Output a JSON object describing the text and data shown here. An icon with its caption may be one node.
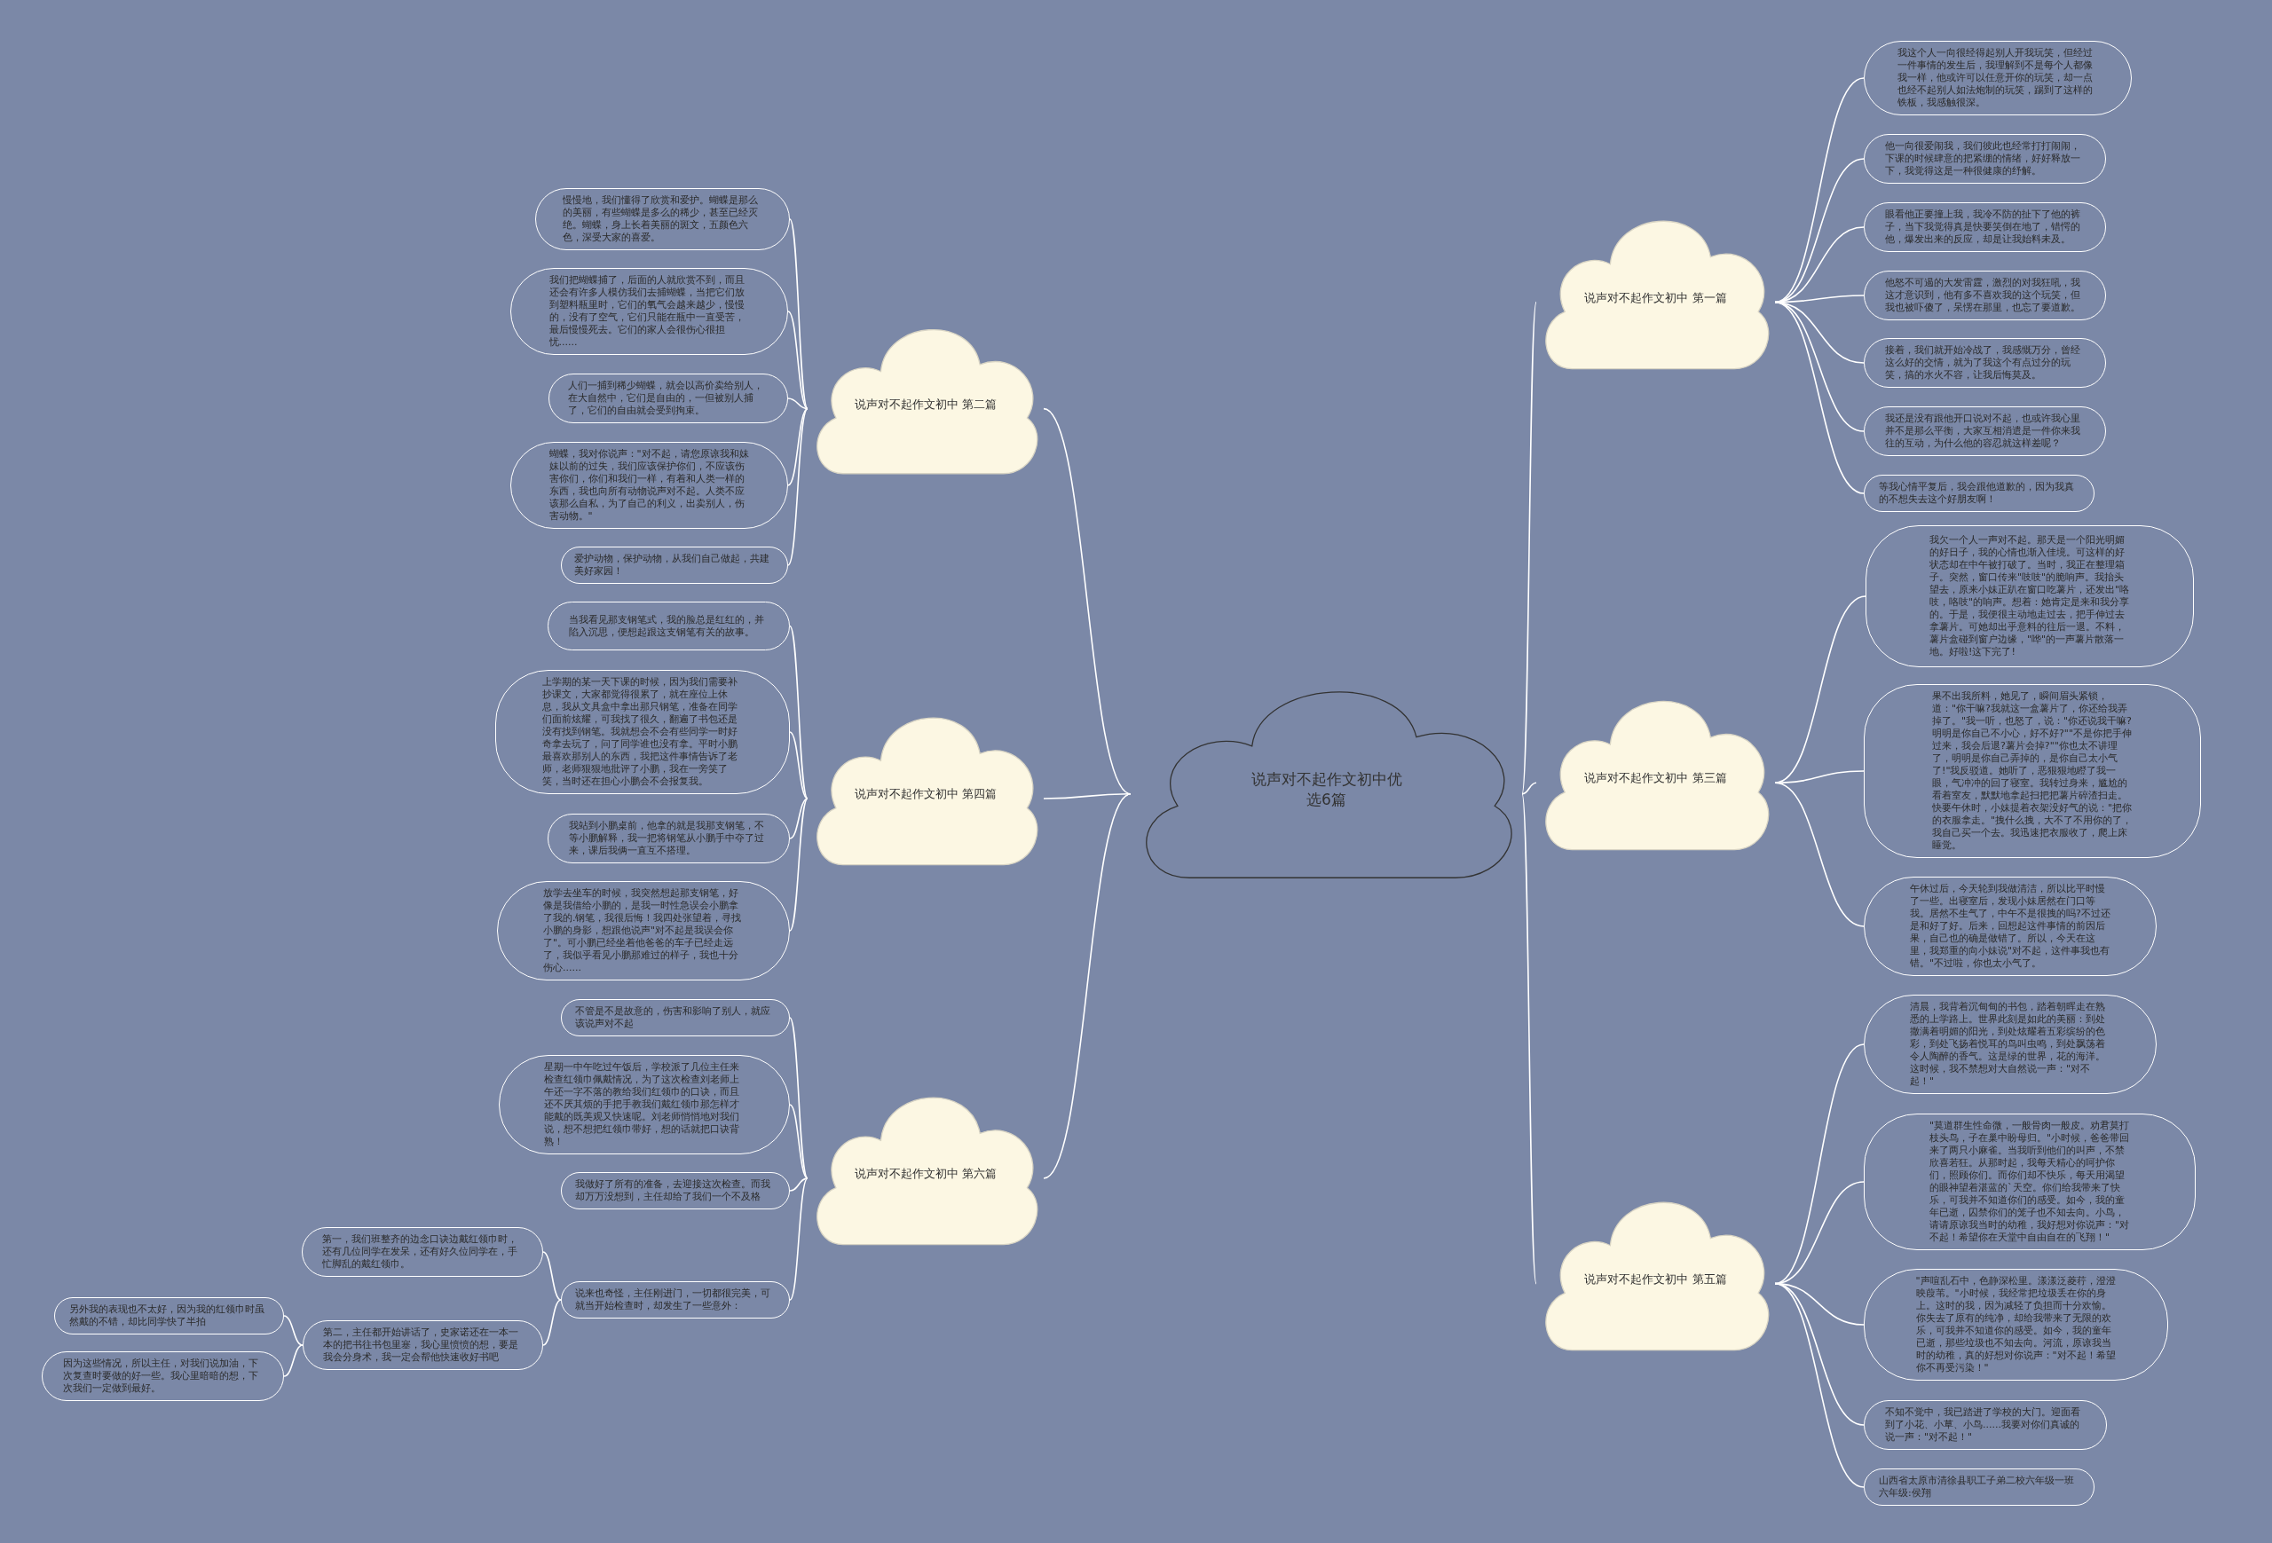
{
  "diagram": {
    "nodes": [
      {
        "text": [
          "说声对不起作文初中优选6篇"
        ]
      },
      {
        "text": [
          "说声对不起作文初中 第一篇"
        ]
      },
      {
        "text": [
          "我这个人一向很经得起别人开我玩笑，但经过一件事情的发生后，我理解到不是每个人都像我一样，他或许可以任意开你的玩笑，却一点也经不起别人如法炮制的玩笑，踢到了这样的铁板，我感触很深。"
        ]
      },
      {
        "text": [
          "他一向很爱闹我，我们彼此也经常打打闹闹，下课的时候肆意的把紧绷的情绪，好好释放一下，我觉得这是一种很健康的纾解。"
        ]
      },
      {
        "text": [
          "眼看他正要撞上我，我冷不防的扯下了他的裤子，当下我觉得真是快要笑倒在地了，错愕的他，爆发出来的反应，却是让我始料未及。"
        ]
      },
      {
        "text": [
          "他怒不可遏的大发雷霆，激烈的对我狂吼，我这才意识到，他有多不喜欢我的这个玩笑，但我也被吓傻了，呆愣在那里，也忘了要道歉。"
        ]
      },
      {
        "text": [
          "接着，我们就开始冷战了，我感慨万分，曾经这么好的交情，就为了我这个有点过分的玩笑，搞的水火不容，让我后悔莫及。"
        ]
      },
      {
        "text": [
          "我还是没有跟他开口说对不起，也或许我心里并不是那么平衡，大家互相消遣是一件你来我往的互动，为什么他的容忍就这样差呢？"
        ]
      },
      {
        "text": [
          "等我心情平复后，我会跟他道歉的，因为我真的不想失去这个好朋友啊！"
        ]
      },
      {
        "text": [
          "说声对不起作文初中 第二篇"
        ]
      },
      {
        "text": [
          "慢慢地，我们懂得了欣赏和爱护。蝴蝶是那么的美丽，有些蝴蝶是多么的稀少，甚至已经灭绝。蝴蝶，身上长着美丽的斑文，五颜色六色，深受大家的喜爱。"
        ]
      },
      {
        "text": [
          "我们把蝴蝶捕了，后面的人就欣赏不到，而且还会有许多人模仿我们去捕蝴蝶，当把它们放到塑料瓶里时，它们的氧气会越来越少，慢慢的，没有了空气，它们只能在瓶中一直受苦，最后慢慢死去。它们的家人会很伤心很担忧......"
        ]
      },
      {
        "text": [
          "人们一捕到稀少蝴蝶，就会以高价卖给别人，在大自然中，它们是自由的，一但被别人捕了，它们的自由就会受到拘束。"
        ]
      },
      {
        "text": [
          "蝴蝶，我对你说声：\"对不起，请您原谅我和妹妹以前的过失，我们应该保护你们，不应该伤害你们，你们和我们一样，有着和人类一样的东西，我也向所有动物说声对不起。人类不应该那么自私，为了自己的利义，出卖别人，伤害动物。\""
        ]
      },
      {
        "text": [
          "爱护动物，保护动物，从我们自己做起，共建美好家园！"
        ]
      },
      {
        "text": [
          "说声对不起作文初中 第三篇"
        ]
      },
      {
        "text": [
          "我欠一个人一声对不起。那天是一个阳光明媚的好日子，我的心情也渐入佳境。可这样的好状态却在中午被打破了。当时，我正在整理箱子。突然，窗口传来\"吱吱\"的脆响声。我抬头望去，原来小妹正趴在窗口吃薯片，还发出\"咯吱，咯吱\"的响声。想着：她肯定是来和我分享的。于是，我便很主动地走过去，把手伸过去拿薯片。可她却出乎意料的往后一退。不料，薯片盒碰到窗户边缘，\"哗\"的一声薯片散落一地。好啦!这下完了!"
        ]
      },
      {
        "text": [
          "果不出我所料，她见了，瞬间眉头紧锁，道：\"你干嘛?我就这一盒薯片了，你还给我弄掉了。\"我一听，也怒了，说：\"你还说我干嘛?明明是你自己不小心，好不好?\"\"不是你把手伸过来，我会后退?薯片会掉?\"\"你也太不讲理了，明明是你自己弄掉的，是你自己太小气了!\"我反驳道。她听了，恶狠狠地瞪了我一眼，气冲冲的回了寝室。我转过身来，尴尬的看着室友，默默地拿起扫把把薯片碎渣扫走。快要午休时，小妹提着衣架没好气的说：\"把你的衣服拿走。\"拽什么拽，大不了不用你的了，我自己买一个去。我迅速把衣服收了，爬上床睡觉。"
        ]
      },
      {
        "text": [
          "午休过后，今天轮到我做清洁，所以比平时慢了一些。出寝室后，发现小妹居然在门口等我。居然不生气了，中午不是很拽的吗?不过还是和好了好。后来，回想起这件事情的前因后果，自己也的确是做错了。所以，今天在这里，我郑重的向小妹说\"对不起，这件事我也有错。\"不过啦，你也太小气了。"
        ]
      },
      {
        "text": [
          "说声对不起作文初中 第四篇"
        ]
      },
      {
        "text": [
          "当我看见那支钢笔式，我的脸总是红红的，并陷入沉思，便想起跟这支钢笔有关的故事。"
        ]
      },
      {
        "text": [
          "上学期的某一天下课的时候，因为我们需要补抄课文，大家都觉得很累了，就在座位上休息，我从文具盒中拿出那只钢笔，准备在同学们面前炫耀，可我找了很久，翻遍了书包还是没有找到钢笔。我就想会不会有些同学一时好奇拿去玩了，问了同学谁也没有拿。平时小鹏最喜欢那别人的东西，我把这件事情告诉了老师，老师狠狠地批评了小鹏，我在一旁笑了笑，当时还在担心小鹏会不会报复我。"
        ]
      },
      {
        "text": [
          "我站到小鹏桌前，他拿的就是我那支钢笔，不等小鹏解释，我一把将钢笔从小鹏手中夺了过来，课后我俩一直互不搭理。"
        ]
      },
      {
        "text": [
          "放学去坐车的时候，我突然想起那支钢笔，好像是我借给小鹏的，是我一时性急误会小鹏拿了我的.钢笔，我很后悔！我四处张望着，寻找小鹏的身影，想跟他说声\"对不起是我误会你了\"。可小鹏已经坐着他爸爸的车子已经走远了，我似乎看见小鹏那难过的样子，我也十分伤心......"
        ]
      },
      {
        "text": [
          "说声对不起作文初中 第五篇"
        ]
      },
      {
        "text": [
          "清晨，我背着沉甸甸的书包，踏着朝晖走在熟悉的上学路上。世界此刻是如此的美丽：到处撒满着明媚的阳光，到处炫耀着五彩缤纷的色彩，到处飞扬着悦耳的鸟叫虫鸣，到处飘荡着令人陶醉的香气。这是绿的世界，花的海洋。这时候，我不禁想对大自然说一声：\"对不起！\""
        ]
      },
      {
        "text": [
          "\"莫道群生性命微，一般骨肉一般皮。劝君莫打枝头鸟，子在巢中盼母归。\"小时候，爸爸带回来了两只小麻雀。当我听到他们的叫声，不禁欣喜若狂。从那时起，我每天精心的呵护你们，照顾你们。而你们却不快乐，每天用渴望的眼神望着湛蓝的`天空。你们给我带来了快乐，可我并不知道你们的感受。如今，我的童年已逝，囚禁你们的笼子也不知去向。小鸟，请请原谅我当时的幼稚，我好想对你说声：\"对不起！希望你在天堂中自由自在的飞翔！\""
        ]
      },
      {
        "text": [
          "\"声喧乱石中，色静深松里。漾漾泛菱荇，澄澄映葭苇。\"小时候，我经常把垃圾丢在你的身上。这时的我，因为减轻了负担而十分欢愉。你失去了原有的纯净，却给我带来了无限的欢乐，可我并不知道你的感受。如今，我的童年已逝，那些垃圾也不知去向。河流，原谅我当时的幼稚，真的好想对你说声：\"对不起！希望你不再受污染！\""
        ]
      },
      {
        "text": [
          "不知不觉中，我已踏进了学校的大门。迎面看到了小花、小草、小鸟......我要对你们真诚的说一声：\"对不起！\""
        ]
      },
      {
        "text": [
          "山西省太原市清徐县职工子弟二校六年级一班六年级:侯翔"
        ]
      },
      {
        "text": [
          "说声对不起作文初中 第六篇"
        ]
      },
      {
        "text": [
          "不管是不是故意的，伤害和影响了别人，就应该说声对不起"
        ]
      },
      {
        "text": [
          "星期一中午吃过午饭后，学校派了几位主任来检查红领巾佩戴情况，为了这次检查刘老师上午还一字不落的教给我们红领巾的口诀，而且还不厌其烦的手把手教我们戴红领巾那怎样才能戴的既美观又快速呢。刘老师悄悄地对我们说，想不想把红领巾带好，想的话就把口诀背熟！"
        ]
      },
      {
        "text": [
          "我做好了所有的准备，去迎接这次检查。而我却万万没想到，主任却给了我们一个不及格"
        ]
      },
      {
        "text": [
          "说来也奇怪，主任刚进门，一切都很完美，可就当开始检查时，却发生了一些意外："
        ]
      },
      {
        "text": [
          "第一，我们班整齐的边念口诀边戴红领巾时，还有几位同学在发呆，还有好久位同学在，手忙脚乱的戴红领巾。"
        ]
      },
      {
        "text": [
          "第二，主任都开始讲话了，史家诺还在一本一本的把书往书包里塞，我心里愤愤的想，要是我会分身术，我一定会帮他快速收好书吧"
        ]
      },
      {
        "text": [
          "另外我的表现也不太好，因为我的红领巾时虽然戴的不错，却比同学快了半拍"
        ]
      },
      {
        "text": [
          "因为这些情况，所以主任，对我们说加油，下次复查时要做的好一些。我心里暗暗的想，下次我们一定做到最好。"
        ]
      }
    ],
    "edges": [
      {
        "from": 0,
        "to": 1,
        "arrow": "none"
      },
      {
        "from": 0,
        "to": 9,
        "arrow": "none"
      },
      {
        "from": 0,
        "to": 15,
        "arrow": "none"
      },
      {
        "from": 0,
        "to": 19,
        "arrow": "none"
      },
      {
        "from": 0,
        "to": 24,
        "arrow": "none"
      },
      {
        "from": 0,
        "to": 30,
        "arrow": "none"
      },
      {
        "from": 1,
        "to": 2,
        "arrow": "none"
      },
      {
        "from": 1,
        "to": 3,
        "arrow": "none"
      },
      {
        "from": 1,
        "to": 4,
        "arrow": "none"
      },
      {
        "from": 1,
        "to": 5,
        "arrow": "none"
      },
      {
        "from": 1,
        "to": 6,
        "arrow": "none"
      },
      {
        "from": 1,
        "to": 7,
        "arrow": "none"
      },
      {
        "from": 1,
        "to": 8,
        "arrow": "none"
      },
      {
        "from": 9,
        "to": 10,
        "arrow": "none"
      },
      {
        "from": 9,
        "to": 11,
        "arrow": "none"
      },
      {
        "from": 9,
        "to": 12,
        "arrow": "none"
      },
      {
        "from": 9,
        "to": 13,
        "arrow": "none"
      },
      {
        "from": 9,
        "to": 14,
        "arrow": "none"
      },
      {
        "from": 15,
        "to": 16,
        "arrow": "none"
      },
      {
        "from": 15,
        "to": 17,
        "arrow": "none"
      },
      {
        "from": 15,
        "to": 18,
        "arrow": "none"
      },
      {
        "from": 19,
        "to": 20,
        "arrow": "none"
      },
      {
        "from": 19,
        "to": 21,
        "arrow": "none"
      },
      {
        "from": 19,
        "to": 22,
        "arrow": "none"
      },
      {
        "from": 19,
        "to": 23,
        "arrow": "none"
      },
      {
        "from": 24,
        "to": 25,
        "arrow": "none"
      },
      {
        "from": 24,
        "to": 26,
        "arrow": "none"
      },
      {
        "from": 24,
        "to": 27,
        "arrow": "none"
      },
      {
        "from": 24,
        "to": 28,
        "arrow": "none"
      },
      {
        "from": 24,
        "to": 29,
        "arrow": "none"
      },
      {
        "from": 30,
        "to": 31,
        "arrow": "none"
      },
      {
        "from": 30,
        "to": 32,
        "arrow": "none"
      },
      {
        "from": 30,
        "to": 33,
        "arrow": "none"
      },
      {
        "from": 30,
        "to": 34,
        "arrow": "none"
      },
      {
        "from": 34,
        "to": 35,
        "arrow": "none"
      },
      {
        "from": 34,
        "to": 36,
        "arrow": "none"
      },
      {
        "from": 36,
        "to": 37,
        "arrow": "none"
      },
      {
        "from": 36,
        "to": 38,
        "arrow": "none"
      }
    ]
  }
}
